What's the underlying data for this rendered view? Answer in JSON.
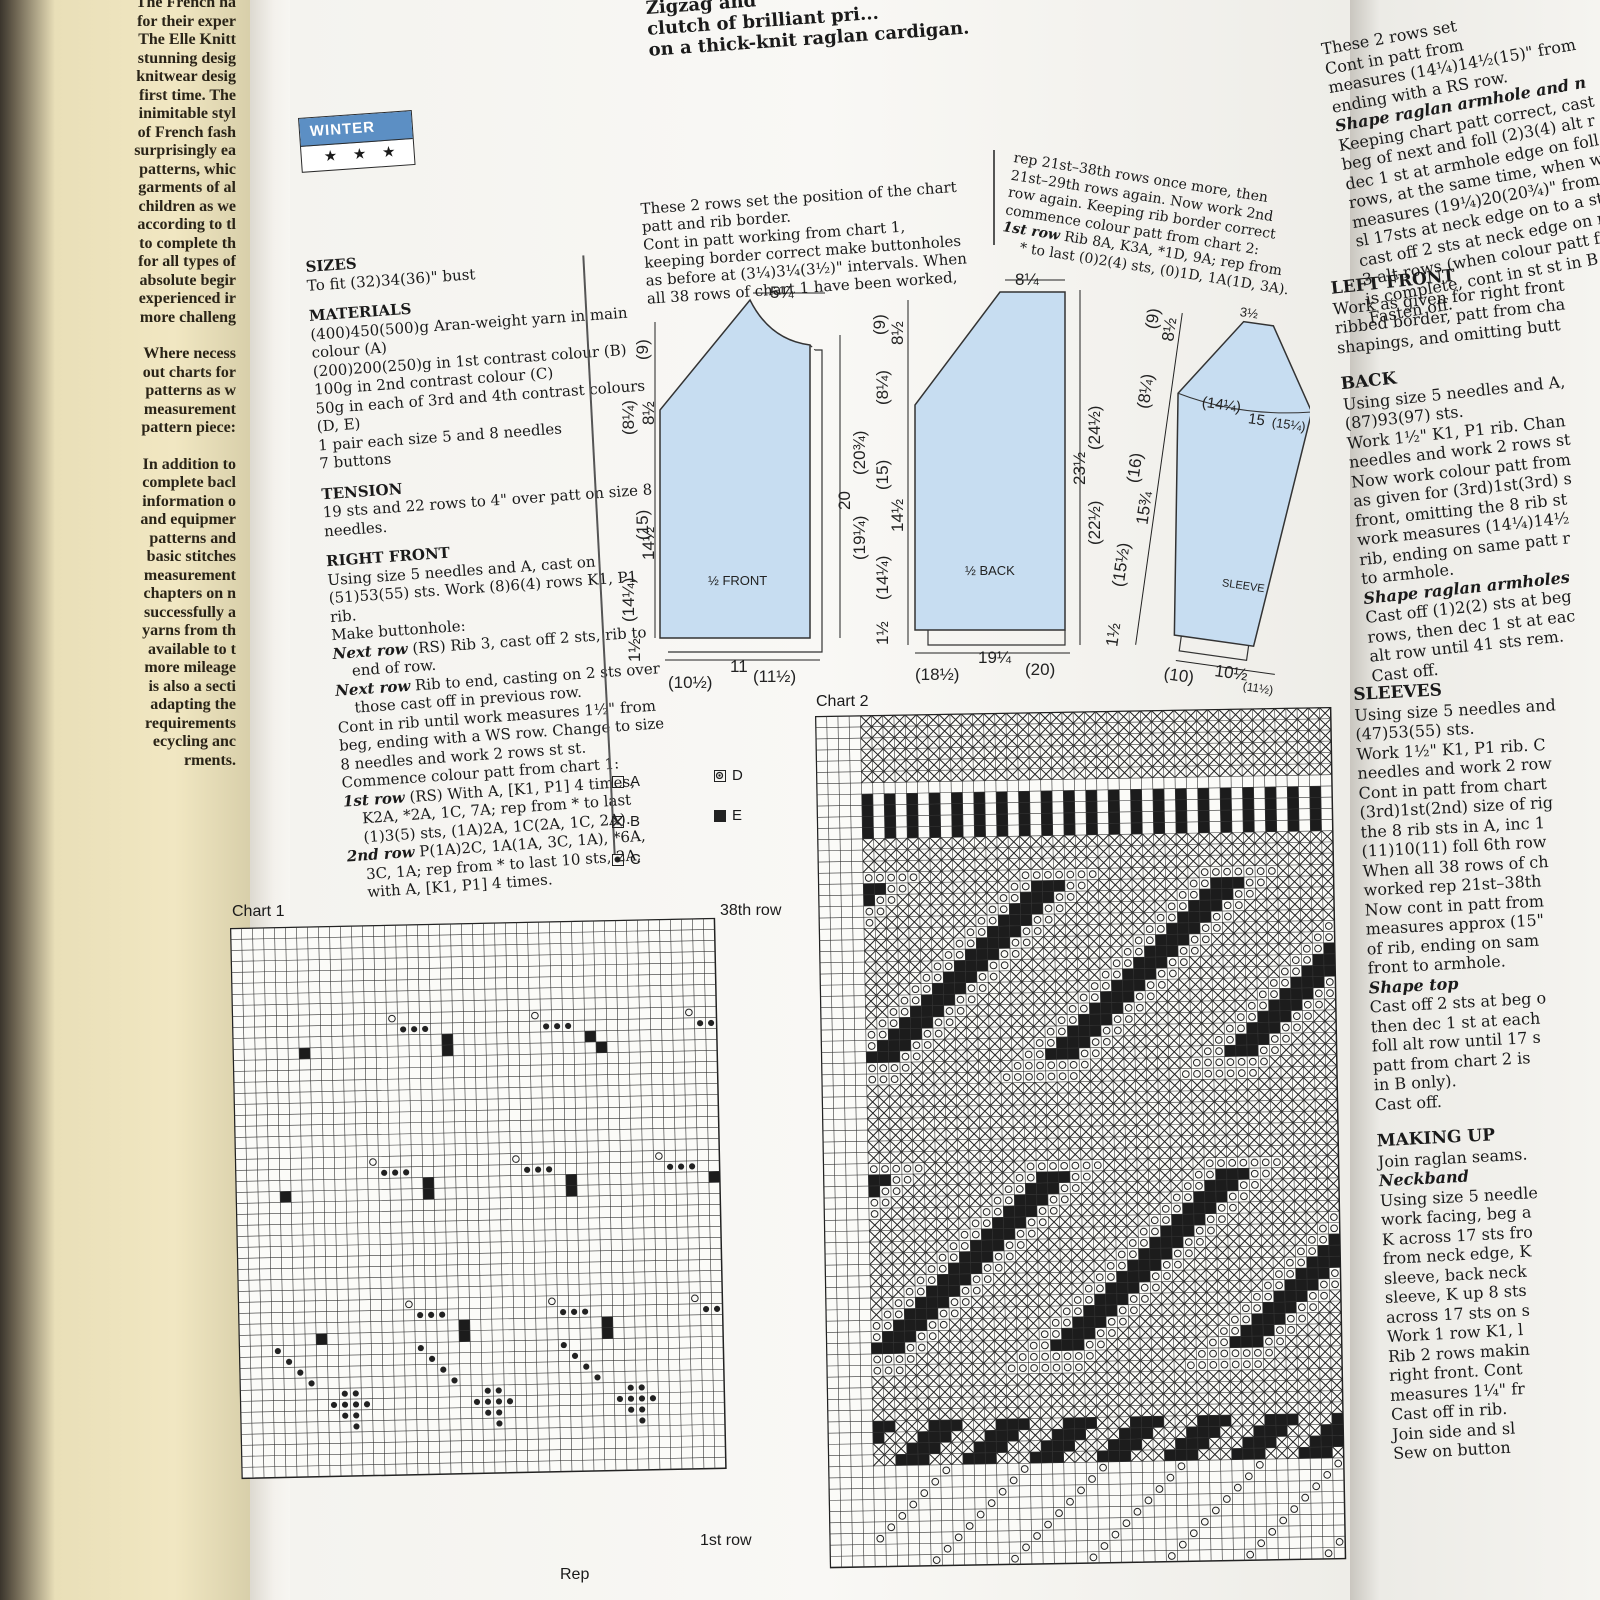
{
  "left_page": {
    "lines": [
      "The French ha",
      "for their exper",
      "The Elle Knitt",
      "stunning desig",
      "knitwear desig",
      "first time. The",
      "inimitable styl",
      "of French fash",
      "surprisingly ea",
      "patterns, whic",
      "garments of al",
      "children as we",
      "according to tl",
      "to complete th",
      "for all types of",
      "absolute begir",
      "experienced ir",
      "more challeng"
    ],
    "lines2": [
      "Where necess",
      "out charts for",
      "patterns as w",
      "measurement",
      "pattern piece:"
    ],
    "lines3": [
      "In addition to",
      "complete bacl",
      "information o",
      "and equipmer",
      "patterns and",
      "basic stitches",
      "measurement",
      "chapters on n",
      "successfully a",
      "yarns from th",
      "available to t",
      "more mileage",
      "is also a secti",
      "adapting the",
      "requirements",
      "ecycling anc",
      "rments."
    ]
  },
  "headline": [
    "Zigzag and",
    "clutch of brilliant pri...",
    "on a thick-knit raglan cardigan."
  ],
  "badge": {
    "season": "WINTER",
    "rating": "★ ★ ★"
  },
  "col1": {
    "sizes_head": "SIZES",
    "sizes": "To fit (32)34(36)\" bust",
    "materials_head": "MATERIALS",
    "materials": [
      "(400)450(500)g Aran-weight yarn in main",
      "colour (A)",
      "(200)200(250)g in 1st contrast colour (B)",
      "100g in 2nd contrast colour (C)",
      "50g in each of 3rd and 4th contrast colours",
      "(D, E)",
      "1 pair each size 5 and 8 needles",
      "7 buttons"
    ],
    "tension_head": "TENSION",
    "tension": [
      "19 sts and 22 rows to 4\" over patt on size 8",
      "needles."
    ],
    "rf_head": "RIGHT FRONT",
    "rf1": [
      "Using size 5 needles and A, cast on",
      "(51)53(55) sts. Work (8)6(4) rows K1, P1",
      "rib.",
      "Make buttonhole:"
    ],
    "next1_b": "Next row",
    "next1": " (RS) Rib 3, cast off 2 sts, rib to",
    "next1b": "end of row.",
    "next2_b": "Next row",
    "next2": " Rib to end, casting on 2 sts over",
    "next2b": "those cast off in previous row.",
    "rf2": [
      "Cont in rib until work measures 1½\" from",
      "beg, ending with a WS row. Change to size",
      "8 needles and work 2 rows st st.",
      "Commence colour patt from chart 1:"
    ],
    "row1_b": "1st row",
    "row1": " (RS) With A, [K1, P1] 4 times,",
    "row1c": [
      "K2A, *2A, 1C, 7A; rep from * to last",
      "(1)3(5) sts, (1A)2A, 1C(2A, 1C, 2A)."
    ],
    "row2_b": "2nd row",
    "row2": " P(1A)2C, 1A(1A, 3C, 1A), *6A,",
    "row2c": [
      "3C, 1A; rep from * to last 10 sts, 2A,",
      "with A, [K1, P1] 4 times."
    ]
  },
  "col2": [
    "These 2 rows set the position of the chart",
    "patt and rib border.",
    "Cont in patt working from chart 1,",
    "keeping border correct make buttonholes",
    "as before at (3¼)3¼(3½)\" intervals. When",
    "all 38 rows of chart 1 have been worked,"
  ],
  "col3": {
    "lines": [
      "rep 21st–38th rows once more, then",
      "21st–29th rows again. Now work 2nd",
      "row again. Keeping rib border correct",
      "commence colour patt from chart 2:"
    ],
    "row1_b": "1st row",
    "row1": " Rib 8A, K3A, *1D, 9A; rep from",
    "row1c": "* to last (0)2(4) sts, (0)1D, 1A(1D, 3A)."
  },
  "diagram": {
    "front_label": "½ FRONT",
    "back_label": "½ BACK",
    "sleeve_label": "SLEEVE",
    "fill": "#c7ddf1",
    "front": {
      "top": "5¼",
      "d1": "(9)",
      "d2": "8½",
      "d3": "(8¼)",
      "d4": "(15)",
      "d5": "14½",
      "d6": "(14¼)",
      "d7": "1½",
      "bw1": "(10½)",
      "bw2": "11",
      "bw3": "(11½)",
      "h1": "20",
      "h2": "(20¾)",
      "h3": "(19¼)"
    },
    "back": {
      "top": "8¼",
      "d1": "(9)",
      "d2": "8½",
      "d3": "(8¼)",
      "d4": "(15)",
      "d5": "14½",
      "d6": "(14¼)",
      "d7": "1½",
      "bw1": "(18½)",
      "bw2": "19¼",
      "bw3": "(20)",
      "h1": "23½",
      "h2": "(24½)",
      "h3": "(22½)"
    },
    "sleeve": {
      "top": "3½",
      "d1": "(9)",
      "d2": "8½",
      "d3": "(8¼)",
      "d4": "(16)",
      "d5": "15¾",
      "d6": "(15½)",
      "d7": "1½",
      "w1": "(14¼)",
      "w2": "15",
      "w3": "(15¼)",
      "bw1": "(10)",
      "bw2": "10½",
      "bw3": "(11½)"
    }
  },
  "legend": [
    {
      "key": "A",
      "symbol": "empty"
    },
    {
      "key": "B",
      "symbol": "cross"
    },
    {
      "key": "C",
      "symbol": "dot"
    },
    {
      "key": "D",
      "symbol": "ring"
    },
    {
      "key": "E",
      "symbol": "solid"
    }
  ],
  "chart1": {
    "title": "Chart 1",
    "top_label": "38th row",
    "bottom_label": "1st row",
    "rep_label": "Rep",
    "cols": 44,
    "rows": 38
  },
  "chart2": {
    "title": "Chart 2",
    "cols": 46,
    "rows": 48
  },
  "right_col": {
    "l1": [
      "These 2 rows set",
      "Cont in patt from",
      "measures (14¼)14½(15)\" from",
      "ending with a RS row."
    ],
    "raglan_b": "Shape raglan armhole and n",
    "l2": [
      "Keeping chart patt correct, cast",
      "beg of next and foll (2)3(4) alt r",
      "dec 1 st at armhole edge on foll"
    ],
    "l3": [
      "rows, at the same time, when w",
      "measures (19¼)20(20¾)\" from",
      "sl 17sts at neck edge on to a st",
      "cast off 2 sts at neck edge on n",
      "3 alt rows (when colour patt fr",
      "is complete, cont in st st in B o",
      "Fasten off."
    ],
    "lf_head": "LEFT FRONT",
    "lf": [
      "Work as given for right front",
      "ribbed border, patt from cha",
      "shapings, and omitting butt"
    ],
    "back_head": "BACK",
    "back": [
      "Using size 5 needles and A,",
      "(87)93(97) sts.",
      "Work 1½\" K1, P1 rib. Chan",
      "needles and work 2 rows st",
      "Now work colour patt from",
      "as given for (3rd)1st(3rd) s",
      "front, omitting the 8 rib st",
      "work measures (14¼)14½",
      "rib, ending on same patt r",
      "to armhole."
    ],
    "back_b": "Shape raglan armholes",
    "back2": [
      "Cast off (1)2(2) sts at beg",
      "rows, then dec 1 st at eac",
      "alt row until 41 sts rem.",
      "Cast off."
    ],
    "sl_head": "SLEEVES",
    "sl": [
      "Using size 5 needles and",
      "(47)53(55) sts.",
      "Work 1½\" K1, P1 rib. C",
      "needles and work 2 row",
      "Cont in patt from chart",
      "(3rd)1st(2nd) size of rig",
      "the 8 rib sts in A, inc 1",
      "(11)10(11) foll 6th row",
      "When all 38 rows of ch",
      "worked rep 21st–38th",
      "Now cont in patt from",
      "measures approx (15\"",
      "of rib, ending on sam",
      "front to armhole."
    ],
    "top_b": "Shape top",
    "top": [
      "Cast off 2 sts at beg o",
      "then dec 1 st at each",
      "foll alt row until 17 s",
      "patt from chart 2 is",
      "in B only).",
      "Cast off."
    ],
    "mu_head": "MAKING UP",
    "mu1": "Join raglan seams.",
    "nb_b": "Neckband",
    "mu2": [
      "Using size 5 needle",
      "work facing, beg a",
      "K across 17 sts fro",
      "from neck edge, K",
      "sleeve, back neck",
      "sleeve, K up 8 sts",
      "across 17 sts on s",
      "Work 1 row K1, l",
      "Rib 2 rows makin",
      "right front. Cont",
      "measures 1¼\" fr",
      "Cast off in rib.",
      "Join side and sl",
      "Sew on button"
    ]
  }
}
